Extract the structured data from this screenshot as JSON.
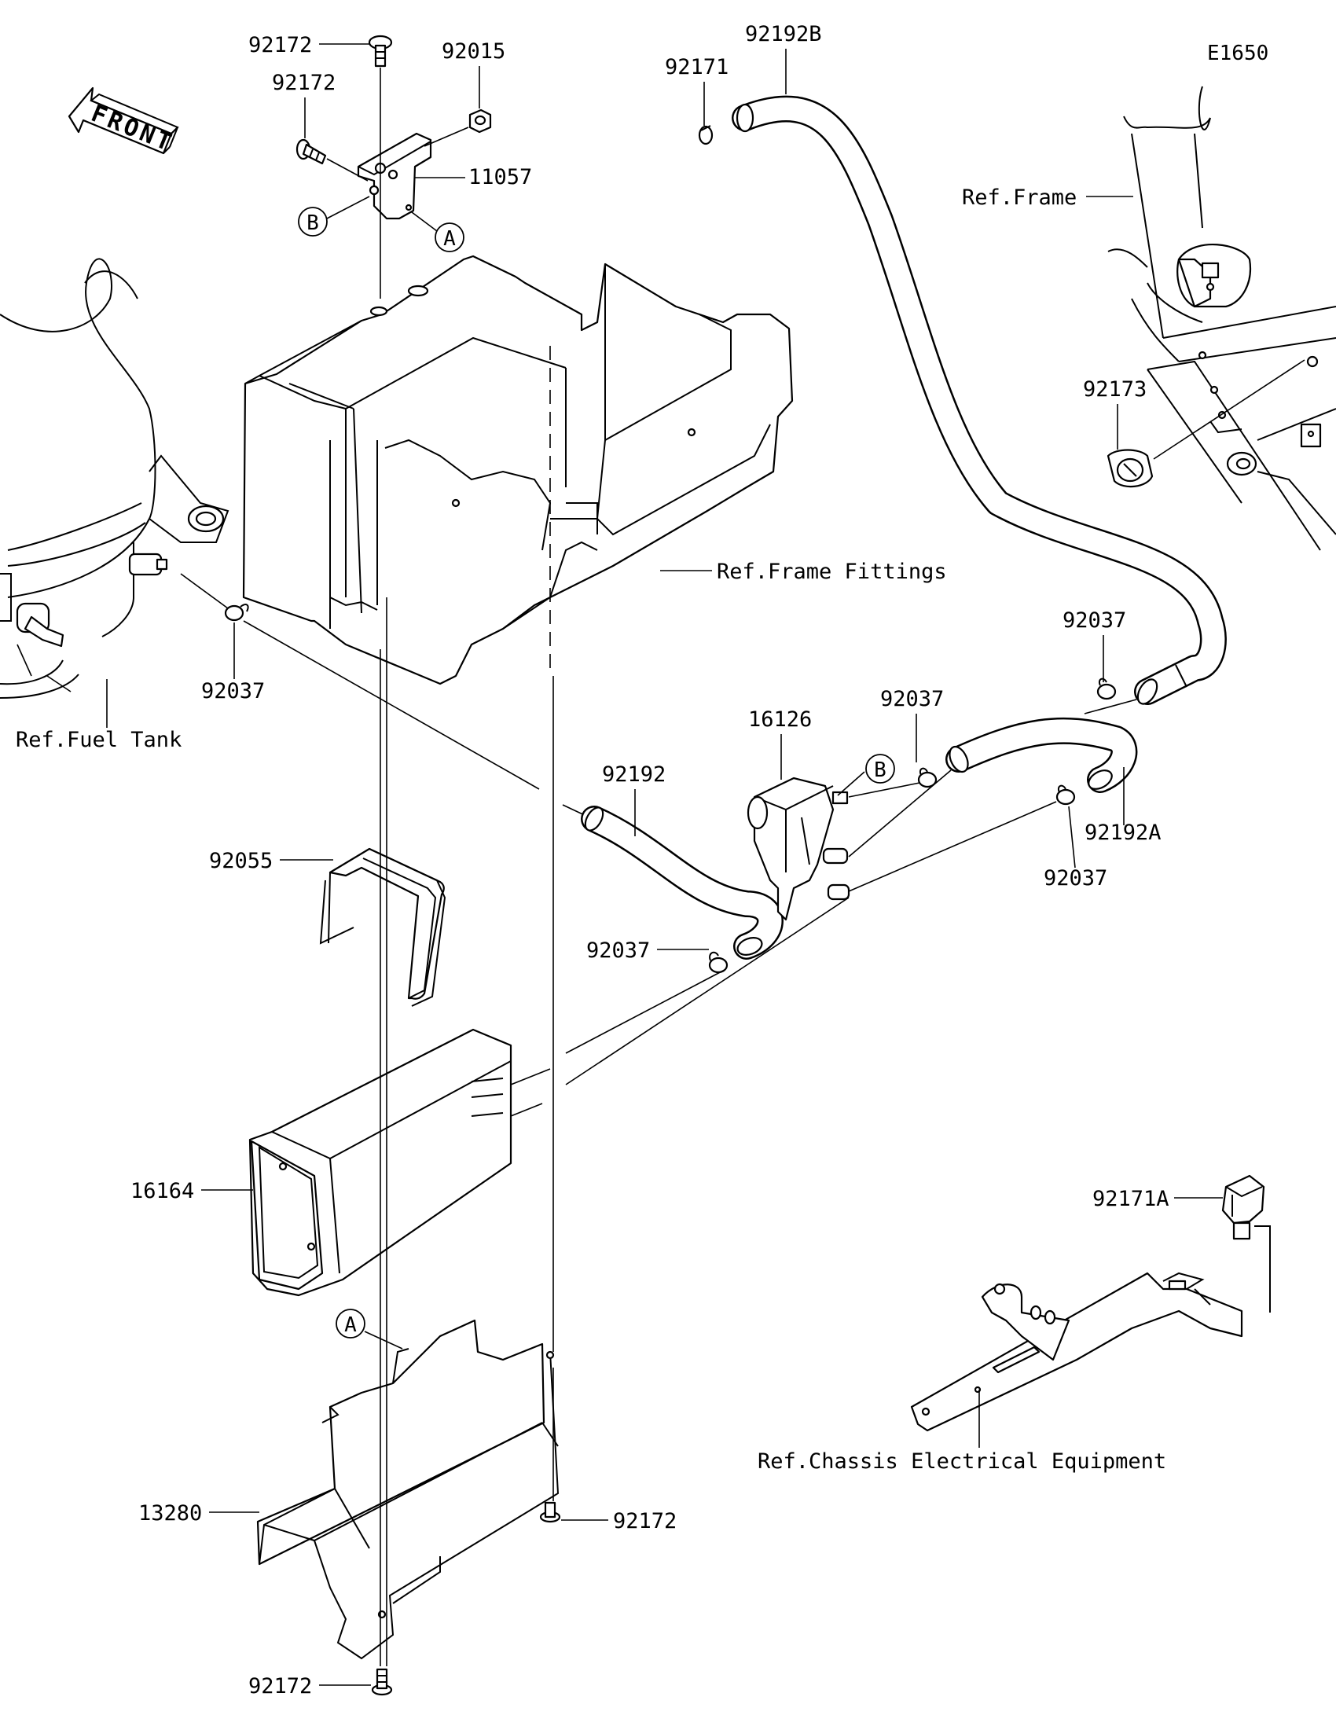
{
  "diagram_code": "E1650",
  "front_arrow": "FRONT",
  "reference_labels": {
    "frame": "Ref.Frame",
    "frame_fittings": "Ref.Frame Fittings",
    "fuel_tank": "Ref.Fuel Tank",
    "chassis_electrical": "Ref.Chassis Electrical Equipment"
  },
  "callout_markers": {
    "a": "A",
    "b": "B"
  },
  "part_numbers": {
    "bolt_top": "92172",
    "bolt_side": "92172",
    "nut": "92015",
    "bracket": "11057",
    "clamp_hose_end": "92171",
    "hose_upper": "92192B",
    "bolt_frame": "92173",
    "clamp_tank": "92037",
    "clamp_upper_right": "92037",
    "clamp_valve": "92037",
    "valve": "16126",
    "hose_middle": "92192",
    "hose_right": "92192A",
    "clamp_right_lower": "92037",
    "band": "92055",
    "clamp_lower": "92037",
    "canister": "16164",
    "clamp_chassis": "92171A",
    "tray": "13280",
    "bolt_tray_right": "92172",
    "bolt_bottom": "92172"
  }
}
